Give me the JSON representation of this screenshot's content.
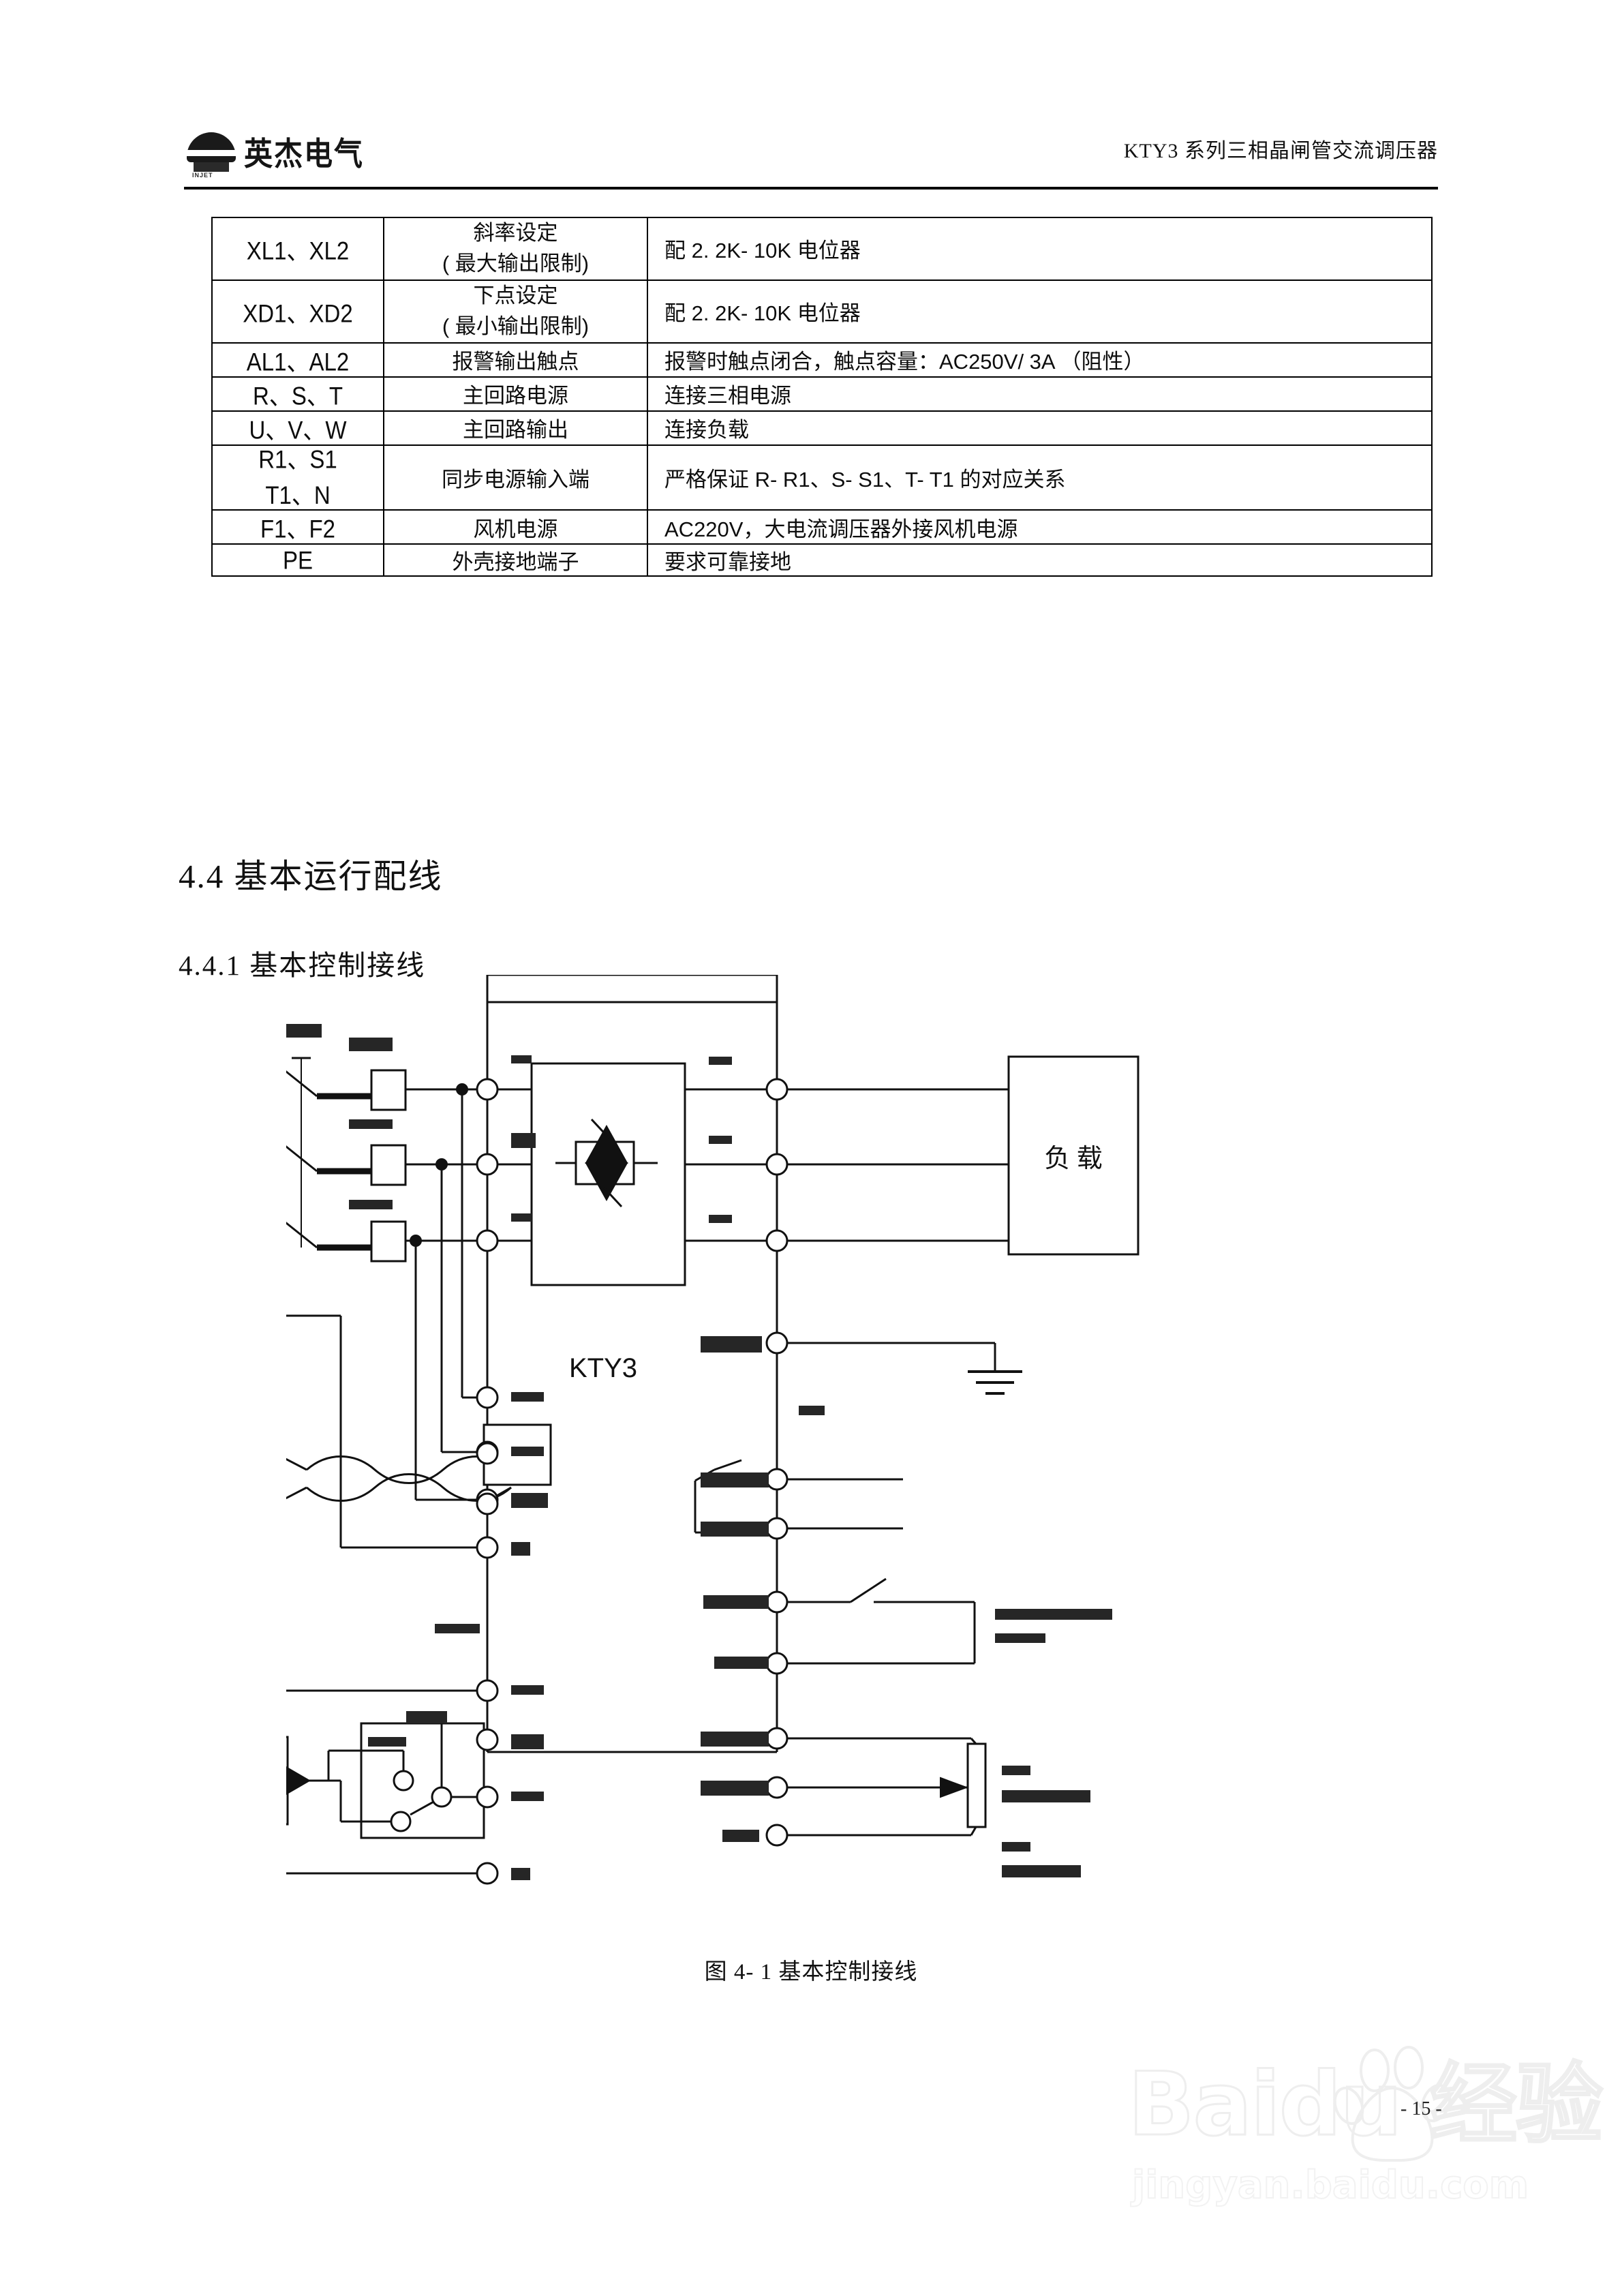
{
  "header": {
    "logo_text": "英杰电气",
    "logo_sub": "INJET",
    "title": "KTY3 系列三相晶闸管交流调压器"
  },
  "table": {
    "rows": [
      {
        "terminal": "XL1、XL2",
        "function_line1": "斜率设定",
        "function_line2": "( 最大输出限制)",
        "description": "配 2. 2K- 10K 电位器"
      },
      {
        "terminal": "XD1、XD2",
        "function_line1": "下点设定",
        "function_line2": "( 最小输出限制)",
        "description": "配 2. 2K- 10K 电位器"
      },
      {
        "terminal": "AL1、AL2",
        "function_line1": "报警输出触点",
        "function_line2": "",
        "description": "报警时触点闭合，触点容量：AC250V/ 3A （阻性）"
      },
      {
        "terminal": "R、S、T",
        "function_line1": "主回路电源",
        "function_line2": "",
        "description": "连接三相电源"
      },
      {
        "terminal": "U、V、W",
        "function_line1": "主回路输出",
        "function_line2": "",
        "description": "连接负载"
      },
      {
        "terminal": "R1、S1",
        "terminal_line2": "T1、N",
        "function_line1": "同步电源输入端",
        "function_line2": "",
        "description": "严格保证 R- R1、S- S1、T- T1 的对应关系"
      },
      {
        "terminal": "F1、F2",
        "function_line1": "风机电源",
        "function_line2": "",
        "description": "AC220V，大电流调压器外接风机电源"
      },
      {
        "terminal": "PE",
        "function_line1": "外壳接地端子",
        "function_line2": "",
        "description": "要求可靠接地"
      }
    ]
  },
  "headings": {
    "section": "4.4  基本运行配线",
    "subsection": "4.4.1  基本控制接线"
  },
  "figure": {
    "device_label": "KTY3",
    "load_label": "负 载",
    "caption": "图 4- 1 基本控制接线"
  },
  "footer": {
    "page_number": "- 15 -",
    "watermark_main": "Baidu 经验",
    "watermark_sub": "jingyan.baidu.com"
  }
}
